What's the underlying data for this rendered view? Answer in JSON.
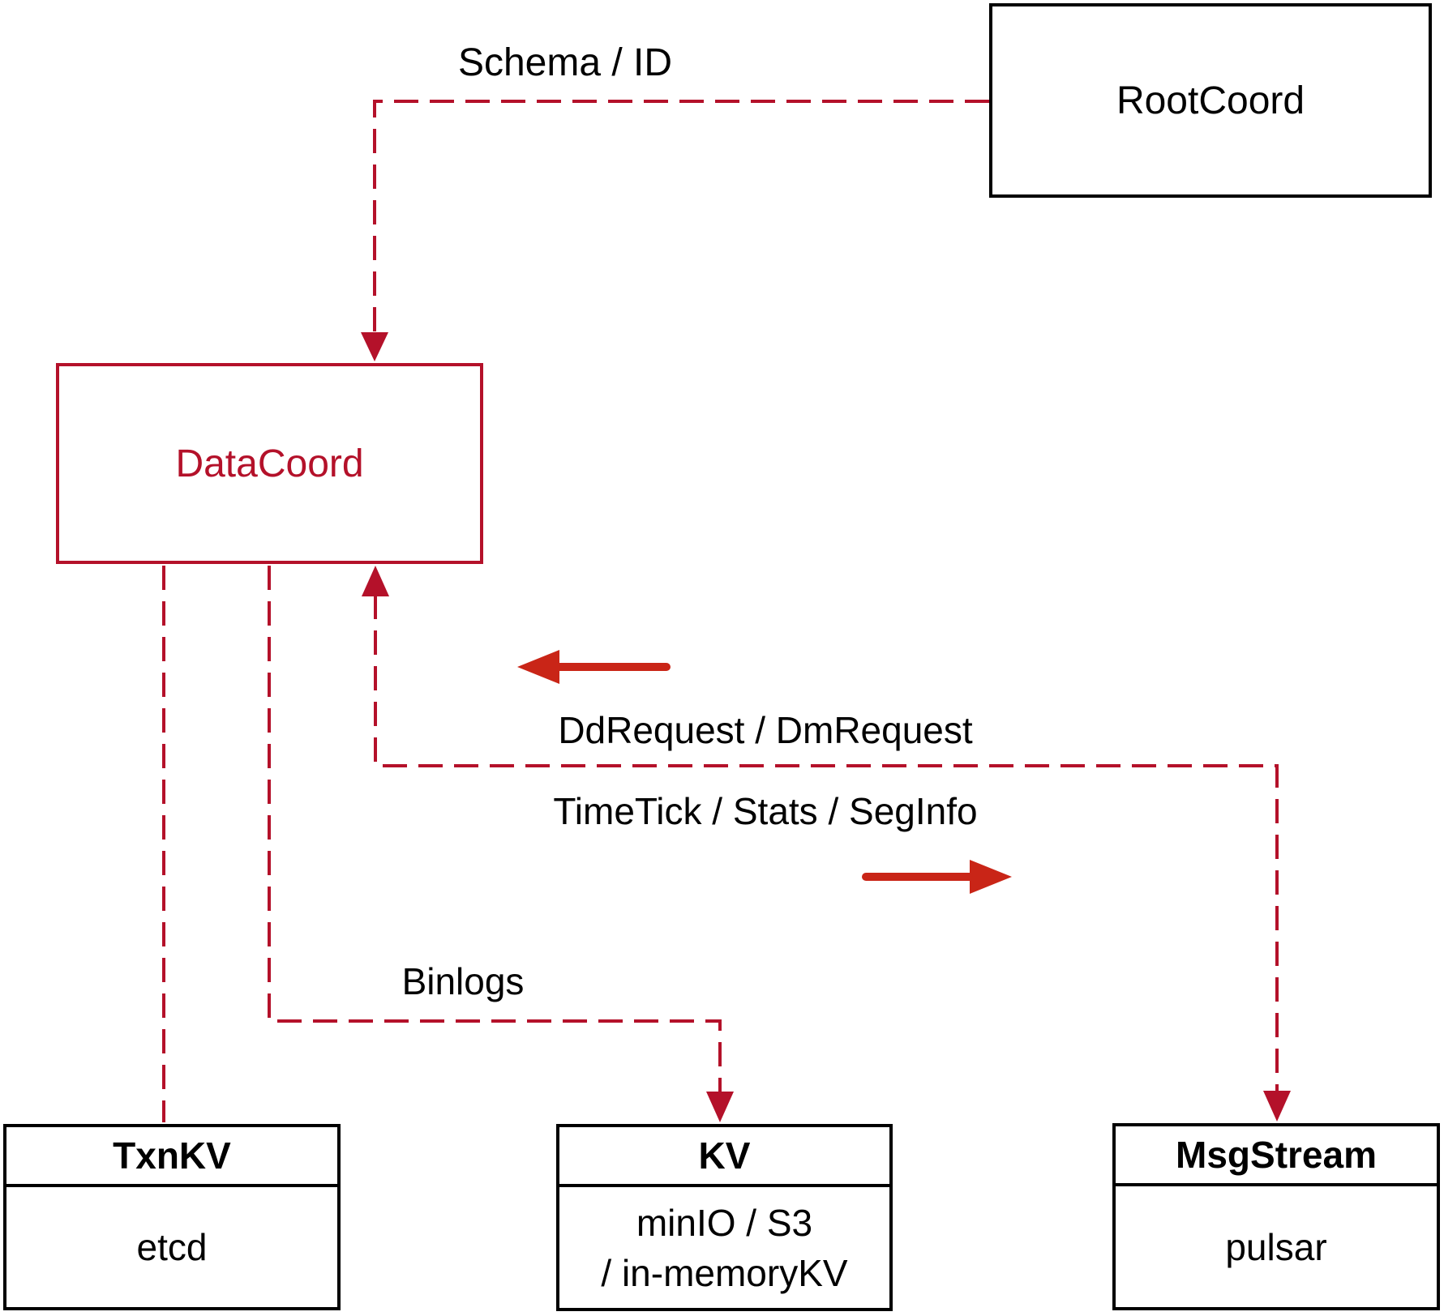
{
  "colors": {
    "crimson": "#b4112a",
    "solid_arrow_red": "#c92517",
    "black": "#000000",
    "background": "#ffffff"
  },
  "nodes": {
    "rootcoord": {
      "label": "RootCoord"
    },
    "datacoord": {
      "label": "DataCoord"
    },
    "txnkv": {
      "title": "TxnKV",
      "body": "etcd"
    },
    "kv": {
      "title": "KV",
      "body_line1": "minIO / S3",
      "body_line2": "/ in-memoryKV"
    },
    "msgstream": {
      "title": "MsgStream",
      "body": "pulsar"
    }
  },
  "edge_labels": {
    "schema_id": "Schema / ID",
    "dd_request": "DdRequest / DmRequest",
    "timetick": "TimeTick / Stats / SegInfo",
    "binlogs": "Binlogs"
  }
}
